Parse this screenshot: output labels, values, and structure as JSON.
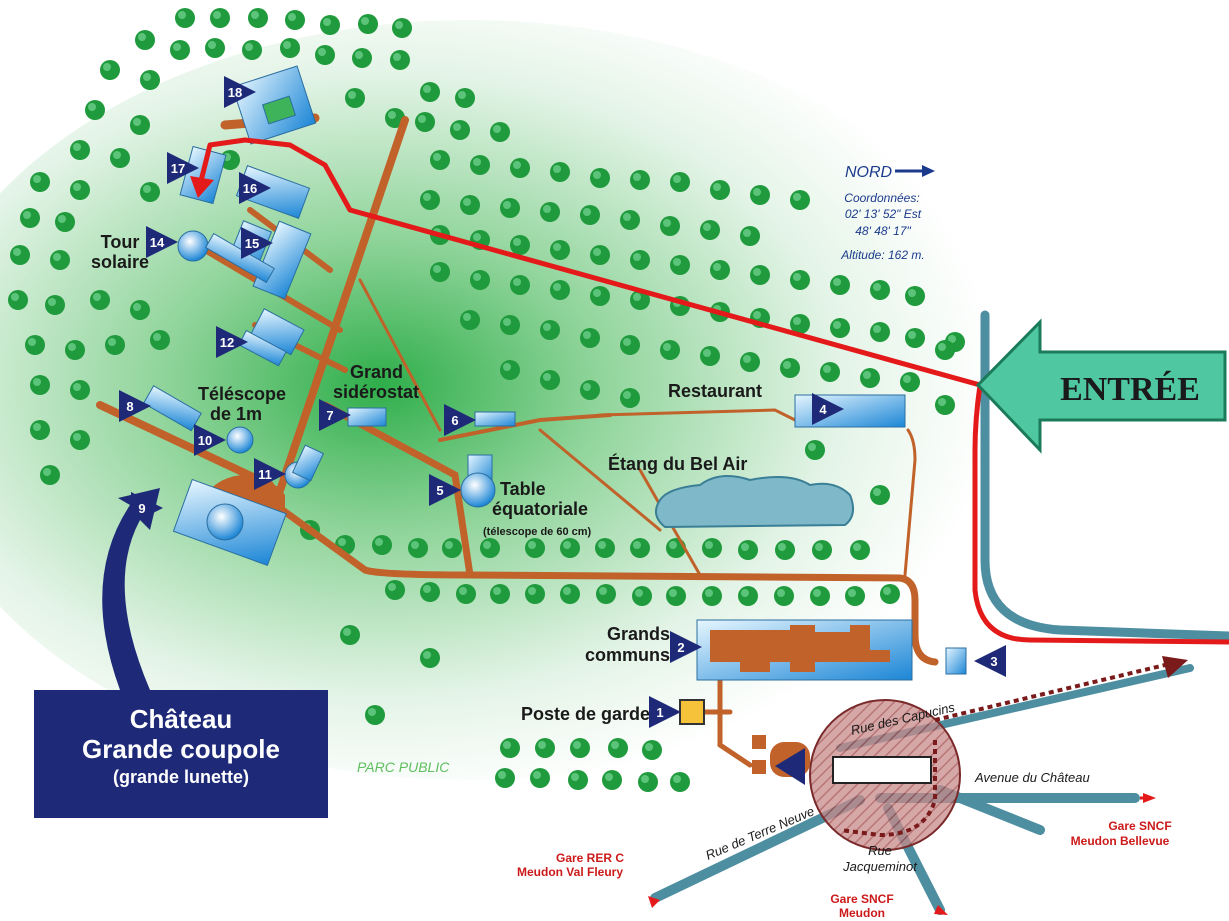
{
  "compass": {
    "label": "NORD",
    "coords_title": "Coordonnées:",
    "lon": "02' 13' 52\" Est",
    "lat": "48' 48' 17\"",
    "altitude": "Altitude: 162 m."
  },
  "entrance": {
    "label": "ENTRÉE"
  },
  "chateau": {
    "line1": "Château",
    "line2": "Grande coupole",
    "line3": "(grande lunette)"
  },
  "places": {
    "tour_solaire_1": "Tour",
    "tour_solaire_2": "solaire",
    "grand_siderostat_1": "Grand",
    "grand_siderostat_2": "sidérostat",
    "telescope_1": "Téléscope",
    "telescope_2": "de 1m",
    "restaurant": "Restaurant",
    "etang": "Étang du Bel Air",
    "table_1": "Table",
    "table_2": "équatoriale",
    "table_3": "(télescope de 60 cm)",
    "grands_communs_1": "Grands",
    "grands_communs_2": "communs",
    "poste_de_garde": "Poste de garde",
    "parc_public": "PARC PUBLIC"
  },
  "roads": {
    "capucins": "Rue des Capucins",
    "avenue": "Avenue du Château",
    "terre_neuve": "Rue de Terre Neuve",
    "jacqueminot_1": "Rue",
    "jacqueminot_2": "Jacqueminot"
  },
  "stations": {
    "gare_bellevue_1": "Gare SNCF",
    "gare_bellevue_2": "Meudon Bellevue",
    "gare_rer_1": "Gare RER C",
    "gare_rer_2": "Meudon Val Fleury",
    "gare_meudon_1": "Gare SNCF",
    "gare_meudon_2": "Meudon"
  },
  "markers": [
    "1",
    "2",
    "3",
    "4",
    "5",
    "6",
    "7",
    "8",
    "9",
    "10",
    "11",
    "12",
    "14",
    "15",
    "16",
    "17",
    "18"
  ],
  "colors": {
    "path": "#c0622a",
    "route": "#e41a1a",
    "road": "#4d8ea0",
    "marker": "#1e2a78",
    "tree": "#1f9a3c",
    "entrance_arrow": "#4fc7a0"
  }
}
